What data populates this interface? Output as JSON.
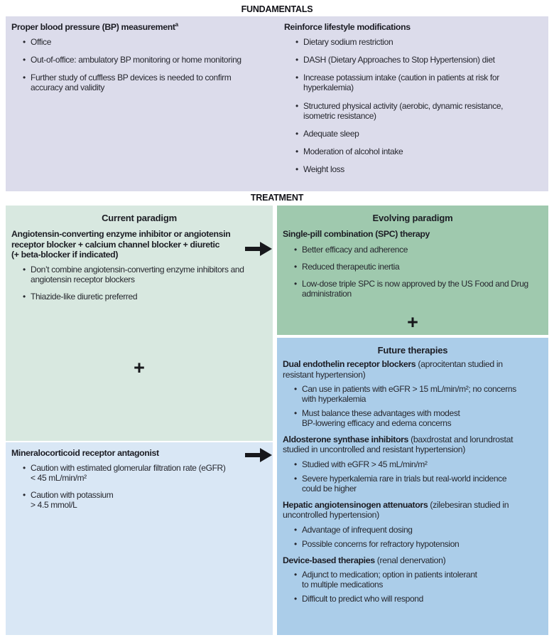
{
  "colors": {
    "lavender": "#dcdceb",
    "light_green": "#d8e8e0",
    "medium_green": "#9fc9ae",
    "light_blue": "#d9e7f5",
    "medium_blue": "#abcde9",
    "text": "#26272e",
    "arrow": "#17181c"
  },
  "icons": {
    "bullet": "•"
  },
  "sections": {
    "fundamentals": {
      "title": "FUNDAMENTALS",
      "left": {
        "heading": "Proper blood pressure (BP) measurement",
        "heading_sup": "a",
        "bullets": [
          "Office",
          "Out-of-office: ambulatory BP monitoring or home monitoring",
          "Further study of cuffless BP devices is needed to confirm\naccuracy and validity"
        ]
      },
      "right": {
        "heading": "Reinforce lifestyle modifications",
        "bullets": [
          "Dietary sodium restriction",
          "DASH (Dietary Approaches to Stop Hypertension) diet",
          "Increase potassium intake (caution in patients at risk for\nhyperkalemia)",
          "Structured physical activity (aerobic, dynamic resistance,\nisometric resistance)",
          "Adequate sleep",
          "Moderation of alcohol intake",
          "Weight loss"
        ]
      }
    },
    "treatment": {
      "title": "TREATMENT",
      "current": {
        "heading": "Current paradigm",
        "green": {
          "lead": "Angiotensin-converting enzyme inhibitor or angiotensin\nreceptor blocker + calcium channel blocker + diuretic\n(+ beta-blocker if indicated)",
          "bullets": [
            "Don’t combine angiotensin-converting enzyme inhibitors and\nangiotensin receptor blockers",
            "Thiazide-like diuretic preferred"
          ],
          "plus": "+"
        },
        "blue": {
          "lead": "Mineralocorticoid receptor antagonist",
          "bullets": [
            "Caution with estimated glomerular filtration rate (eGFR)\n< 45 mL/min/m²",
            "Caution with potassium\n> 4.5 mmol/L"
          ]
        }
      },
      "evolving": {
        "heading": "Evolving paradigm",
        "lead": "Single-pill combination (SPC) therapy",
        "bullets": [
          "Better efficacy and adherence",
          "Reduced therapeutic inertia",
          "Low-dose triple SPC is now approved by the US Food and Drug\nadministration"
        ],
        "plus": "+"
      },
      "future": {
        "heading": "Future therapies",
        "groups": [
          {
            "lead": "Dual endothelin receptor blockers",
            "rest": " (aprocitentan studied in\nresistant hypertension)",
            "bullets": [
              "Can use in patients with eGFR > 15 mL/min/m²; no concerns\nwith hyperkalemia",
              "Must balance these advantages with modest\nBP-lowering efficacy and edema concerns"
            ]
          },
          {
            "lead": "Aldosterone synthase inhibitors",
            "rest": " (baxdrostat and lorundrostat\nstudied in uncontrolled and resistant hypertension)",
            "bullets": [
              "Studied with eGFR > 45 mL/min/m²",
              "Severe hyperkalemia rare in trials but real-world incidence\ncould be higher"
            ]
          },
          {
            "lead": "Hepatic angiotensinogen attenuators",
            "rest": " (zilebesiran studied in\nuncontrolled hypertension)",
            "bullets": [
              "Advantage of infrequent dosing",
              "Possible concerns for refractory hypotension"
            ]
          },
          {
            "lead": "Device-based therapies",
            "rest": " (renal denervation)",
            "bullets": [
              "Adjunct to medication; option in patients intolerant\nto multiple medications",
              "Difficult to predict who will respond"
            ]
          }
        ]
      }
    }
  }
}
